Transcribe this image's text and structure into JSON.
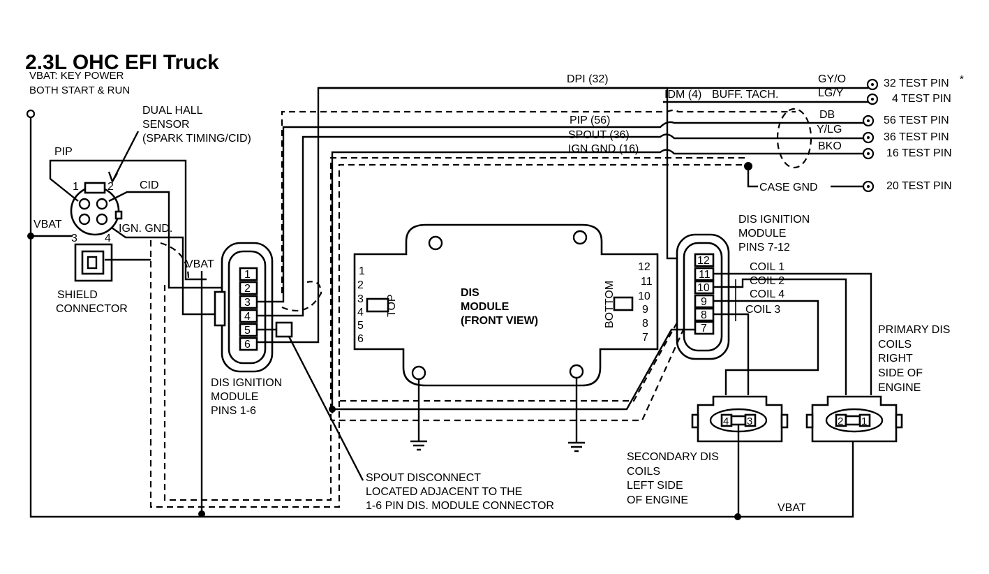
{
  "title": "2.3L  OHC  EFI  Truck",
  "vbat_note": [
    "VBAT: KEY POWER",
    "BOTH START & RUN"
  ],
  "sensor": {
    "label": [
      "DUAL HALL",
      "SENSOR",
      "(SPARK TIMING/CID)"
    ],
    "pin_labels": [
      "1",
      "2",
      "3",
      "4"
    ],
    "wire_pip": "PIP",
    "wire_cid": "CID",
    "wire_vbat": "VBAT",
    "wire_ign_gnd": "IGN. GND."
  },
  "shield_connector": [
    "SHIELD",
    "CONNECTOR"
  ],
  "vbat_mid": "VBAT",
  "module_left": {
    "pins": [
      "1",
      "2",
      "3",
      "4",
      "5",
      "6"
    ],
    "label": [
      "DIS IGNITION",
      "MODULE",
      "PINS 1-6"
    ]
  },
  "module_right": {
    "pins": [
      "12",
      "11",
      "10",
      "9",
      "8",
      "7"
    ],
    "label": [
      "DIS IGNITION",
      "MODULE",
      "PINS 7-12"
    ]
  },
  "dis_module": {
    "label": [
      "DIS",
      "MODULE",
      "(FRONT VIEW)"
    ],
    "left_pins": [
      "1",
      "2",
      "3",
      "4",
      "5",
      "6"
    ],
    "right_pins": [
      "12",
      "11",
      "10",
      "9",
      "8",
      "7"
    ],
    "top": "TOP",
    "bottom": "BOTTOM"
  },
  "signals": {
    "dpi": "DPI (32)",
    "idm": "IDM (4)",
    "buff_tach": "BUFF. TACH.",
    "pip": "PIP (56)",
    "spout": "SPOUT (36)",
    "ign_gnd": "IGN GND (16)"
  },
  "wire_colors": [
    "GY/O",
    "LG/Y",
    "DB",
    "Y/LG",
    "BKO"
  ],
  "test_pins": [
    "32 TEST PIN",
    "4 TEST PIN",
    "56 TEST PIN",
    "36 TEST PIN",
    "16 TEST PIN",
    "20 TEST PIN"
  ],
  "test_pin_mark": "*",
  "case_gnd": "CASE GND",
  "coils": [
    "COIL 1",
    "COIL 2",
    "COIL 4",
    "COIL 3"
  ],
  "primary_coils": [
    "PRIMARY DIS",
    "COILS",
    "RIGHT",
    "SIDE OF",
    "ENGINE"
  ],
  "secondary_coils": [
    "SECONDARY DIS",
    "COILS",
    "LEFT SIDE",
    "OF ENGINE"
  ],
  "coil_pack_left_pins": [
    "4",
    "3"
  ],
  "coil_pack_right_pins": [
    "2",
    "1"
  ],
  "spout_note": [
    "SPOUT DISCONNECT",
    "LOCATED  ADJACENT TO THE",
    "1-6 PIN DIS.  MODULE CONNECTOR"
  ],
  "vbat_bottom": "VBAT"
}
